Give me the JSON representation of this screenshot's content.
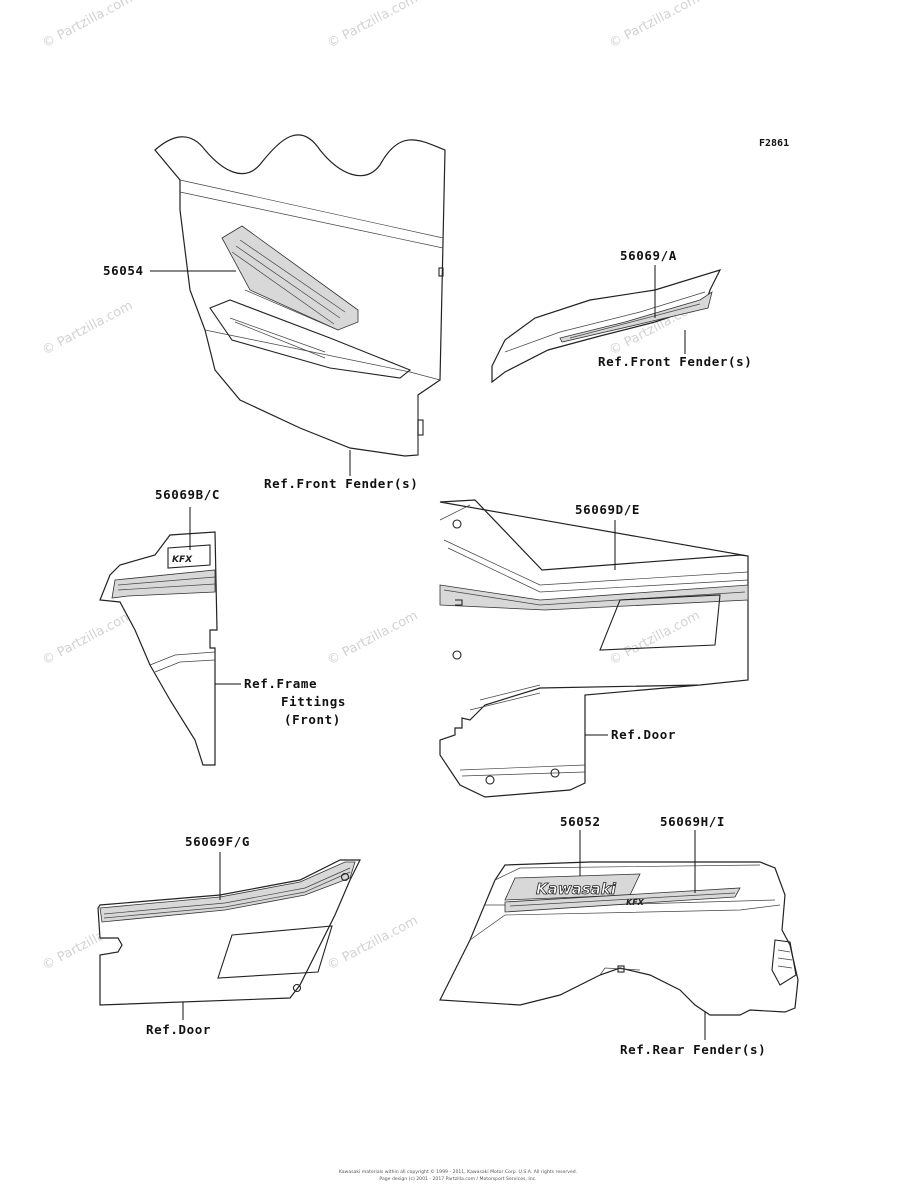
{
  "figure_code": "F2861",
  "watermark": "© Partzilla.com",
  "brand_logo": "Kawasaki",
  "footer_lines": [
    "Kawasaki materials within all copyright © 1999 - 2011, Kawasaki Motor Corp. U.S.A. All rights reserved.",
    "Page design (c) 2001 - 2017 Partzilla.com / Motorsport Services, Inc."
  ],
  "callouts": {
    "c56054": "56054",
    "c56069A": "56069/A",
    "refFrontFender1": "Ref.Front Fender(s)",
    "refFrontFender2": "Ref.Front Fender(s)",
    "c56069BC": "56069B/C",
    "refFrame1": "Ref.Frame",
    "refFrame2": "Fittings",
    "refFrame3": "(Front)",
    "c56069DE": "56069D/E",
    "refDoor1": "Ref.Door",
    "c56069FG": "56069F/G",
    "refDoor2": "Ref.Door",
    "c56052": "56052",
    "c56069HI": "56069H/I",
    "refRearFender": "Ref.Rear Fender(s)"
  }
}
